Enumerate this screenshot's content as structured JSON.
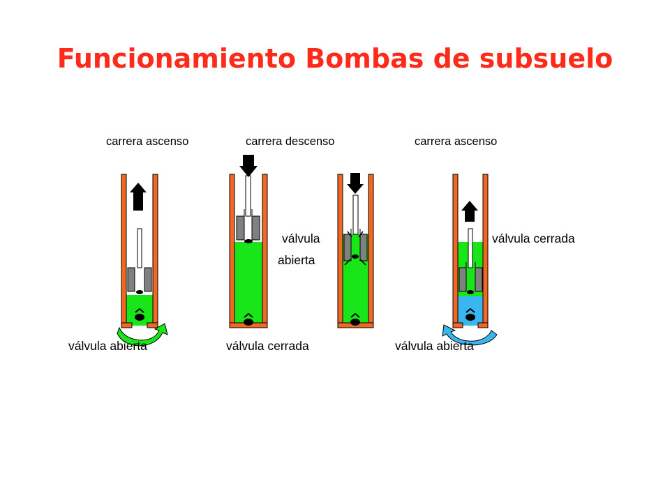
{
  "title": "Funcionamiento Bombas de subsuelo",
  "colors": {
    "title": "#ff2a1a",
    "tube": "#f26722",
    "fluid_green": "#19e619",
    "fluid_blue": "#39b6f0",
    "plunger_gray": "#808080",
    "valve_black": "#000000"
  },
  "labels": {
    "stroke_up_1": "carrera ascenso",
    "stroke_down": "carrera descenso",
    "stroke_up_2": "carrera ascenso",
    "valve_mid_line1": "válvula",
    "valve_mid_line2": "abierta",
    "valve_closed_right": "válvula cerrada",
    "valve_open_1": "válvula abierta",
    "valve_closed_2": "válvula cerrada",
    "valve_open_3": "válvula abierta"
  },
  "pumps": [
    {
      "id": "pump-1",
      "stroke": "up",
      "fluid": "green",
      "standing_valve": "open",
      "traveling_valve": "closed"
    },
    {
      "id": "pump-2",
      "stroke": "down",
      "fluid": "green",
      "standing_valve": "closed",
      "traveling_valve": "closed"
    },
    {
      "id": "pump-3",
      "stroke": "down",
      "fluid": "green",
      "standing_valve": "closed",
      "traveling_valve": "open"
    },
    {
      "id": "pump-4",
      "stroke": "up",
      "fluid": "green-blue",
      "standing_valve": "open",
      "traveling_valve": "closed"
    }
  ]
}
